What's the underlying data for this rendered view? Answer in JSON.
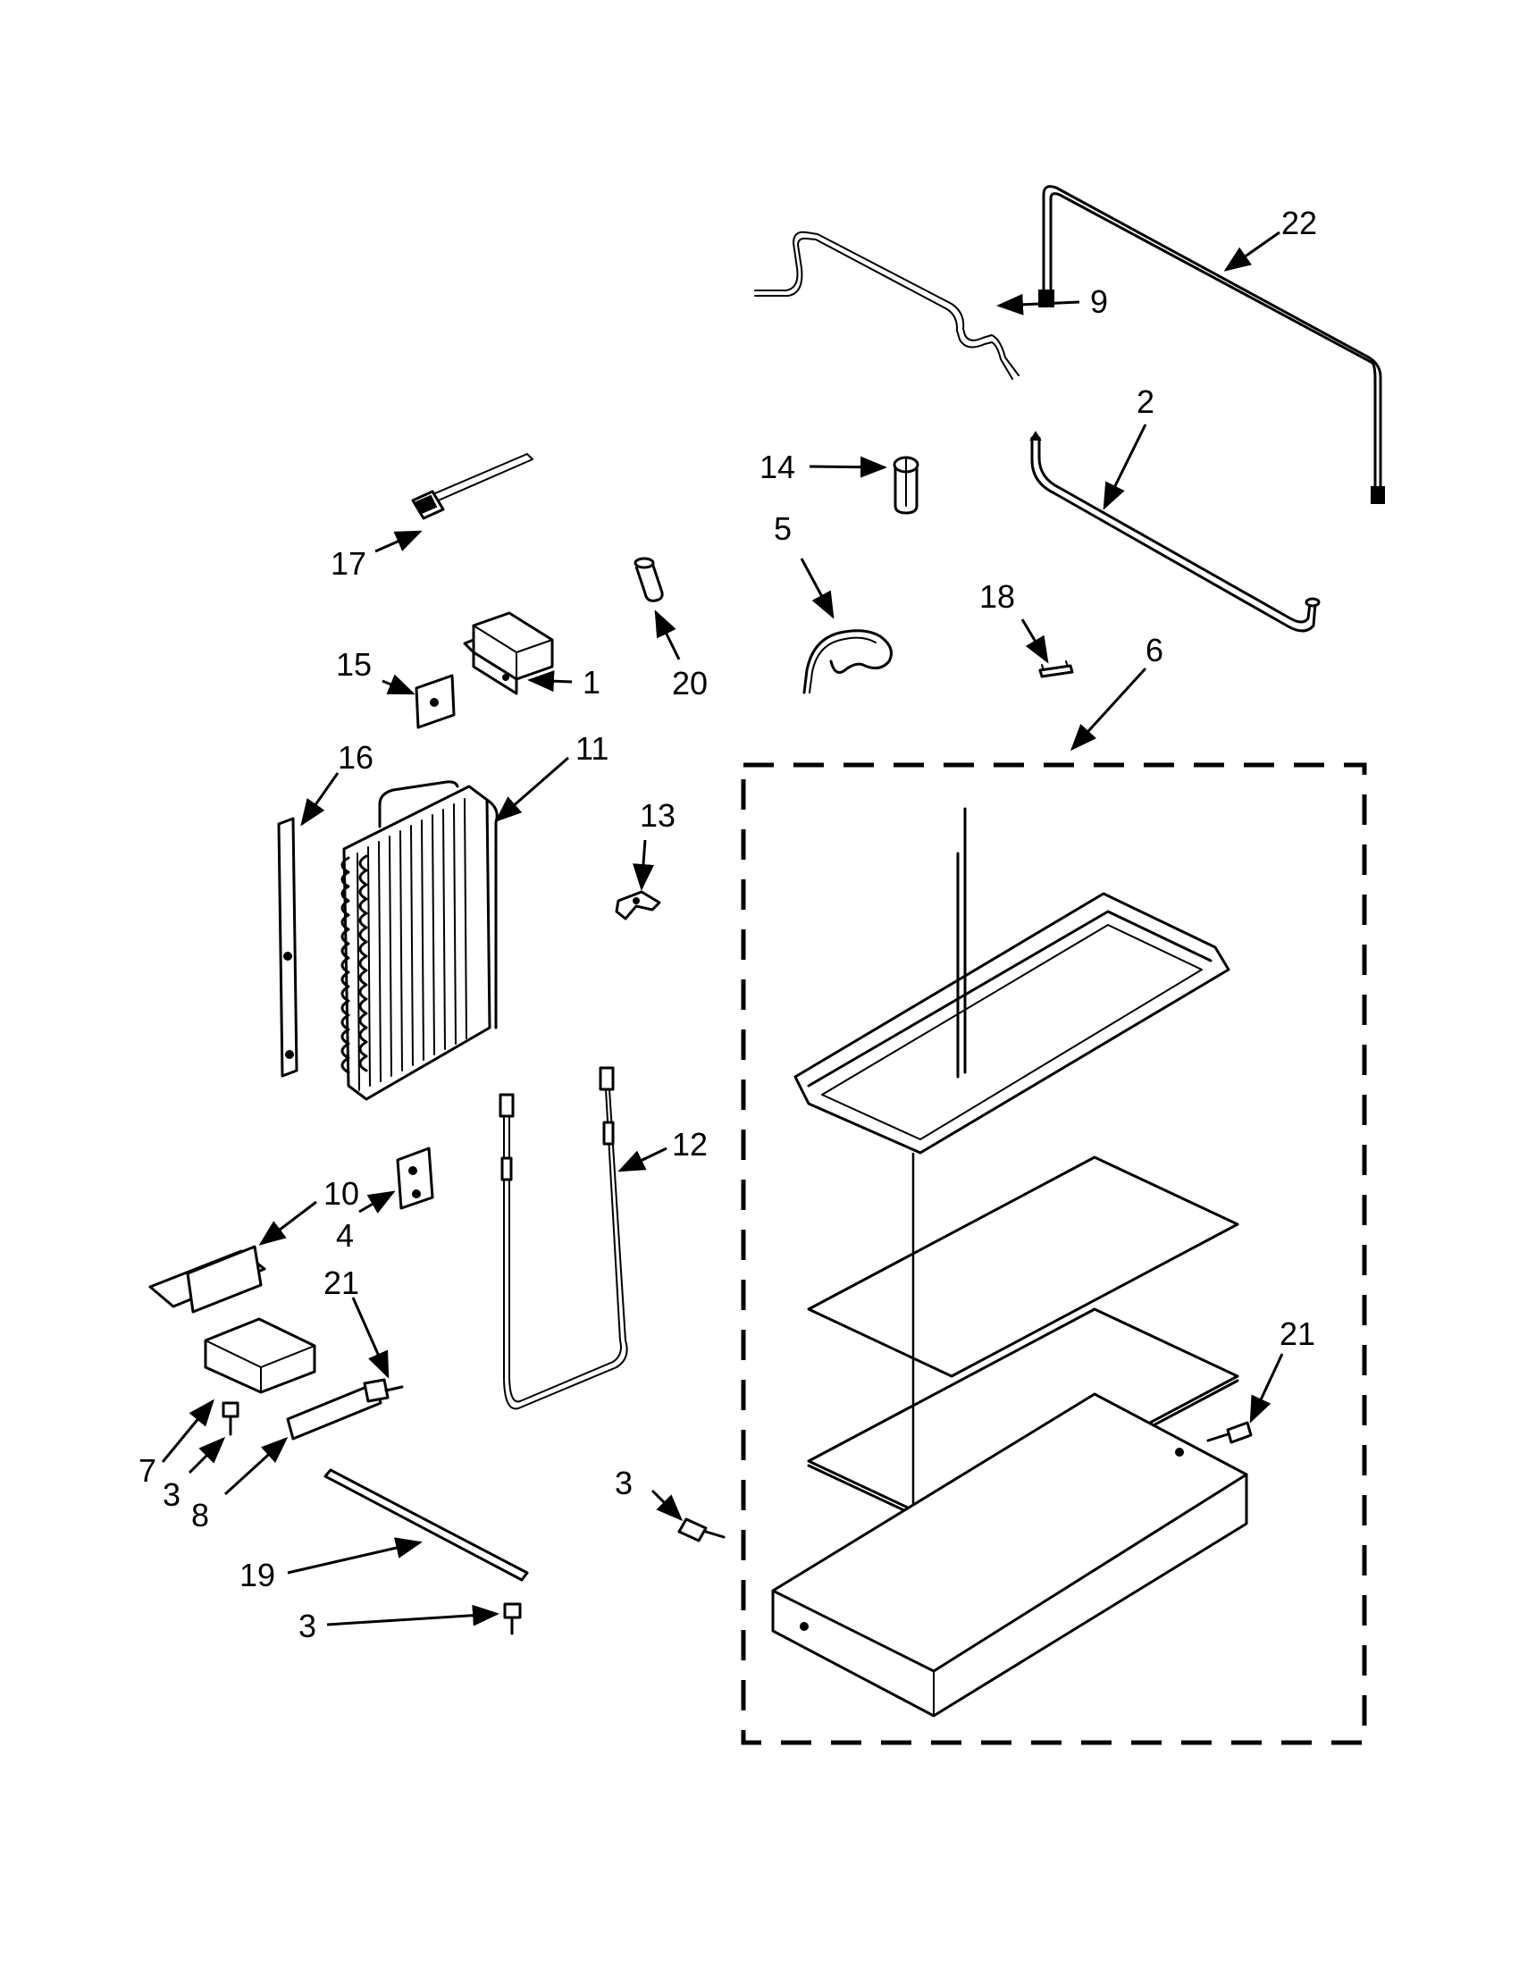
{
  "diagram": {
    "callouts": [
      {
        "id": "c22",
        "text": "22"
      },
      {
        "id": "c9",
        "text": "9"
      },
      {
        "id": "c2",
        "text": "2"
      },
      {
        "id": "c14",
        "text": "14"
      },
      {
        "id": "c5",
        "text": "5"
      },
      {
        "id": "c17",
        "text": "17"
      },
      {
        "id": "c20",
        "text": "20"
      },
      {
        "id": "c18",
        "text": "18"
      },
      {
        "id": "c6",
        "text": "6"
      },
      {
        "id": "c15",
        "text": "15"
      },
      {
        "id": "c1",
        "text": "1"
      },
      {
        "id": "c16",
        "text": "16"
      },
      {
        "id": "c11",
        "text": "11"
      },
      {
        "id": "c13",
        "text": "13"
      },
      {
        "id": "c12",
        "text": "12"
      },
      {
        "id": "c10",
        "text": "10"
      },
      {
        "id": "c4",
        "text": "4"
      },
      {
        "id": "c21a",
        "text": "21"
      },
      {
        "id": "c21b",
        "text": "21"
      },
      {
        "id": "c7",
        "text": "7"
      },
      {
        "id": "c3a",
        "text": "3"
      },
      {
        "id": "c8",
        "text": "8"
      },
      {
        "id": "c3b",
        "text": "3"
      },
      {
        "id": "c19",
        "text": "19"
      },
      {
        "id": "c3c",
        "text": "3"
      }
    ]
  }
}
